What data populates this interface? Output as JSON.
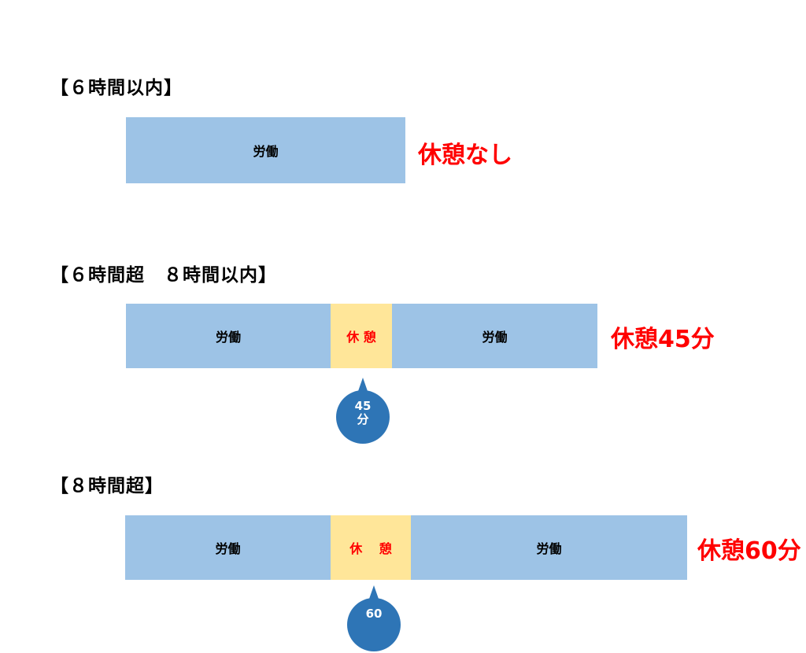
{
  "sections": [
    {
      "heading": "【６時間以内】",
      "segments": [
        {
          "type": "work",
          "label": "労働"
        }
      ],
      "result": "休憩なし"
    },
    {
      "heading": "【６時間超　８時間以内】",
      "segments": [
        {
          "type": "work",
          "label": "労働"
        },
        {
          "type": "rest",
          "label": "休 憩"
        },
        {
          "type": "work",
          "label": "労働"
        }
      ],
      "result": "休憩45分",
      "callout": {
        "value": "45",
        "unit": "分"
      }
    },
    {
      "heading": "【８時間超】",
      "segments": [
        {
          "type": "work",
          "label": "労働"
        },
        {
          "type": "rest",
          "label": "休　 憩"
        },
        {
          "type": "work",
          "label": "労働"
        }
      ],
      "result": "休憩60分",
      "callout": {
        "value": "60"
      }
    }
  ],
  "colors": {
    "work": "#9dc3e6",
    "rest": "#ffe699",
    "rest_text": "#ff0000",
    "result_text": "#ff0000",
    "callout": "#2e75b6"
  }
}
